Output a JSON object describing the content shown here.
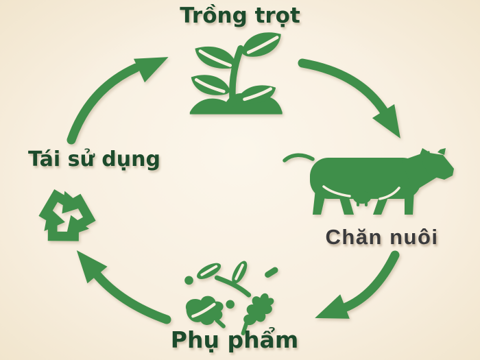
{
  "diagram": {
    "type": "cycle",
    "stages": [
      {
        "id": "cultivation",
        "label": "Trồng trọt",
        "icon": "seedling-icon",
        "position": "top"
      },
      {
        "id": "livestock",
        "label": "Chăn nuôi",
        "icon": "cow-icon",
        "position": "right"
      },
      {
        "id": "byproducts",
        "label": "Phụ phẩm",
        "icon": "plant-residue-icon",
        "position": "bottom"
      },
      {
        "id": "reuse",
        "label": "Tái sử dụng",
        "icon": "recycle-icon",
        "position": "left"
      }
    ],
    "arrows": [
      {
        "from": "cultivation",
        "to": "livestock"
      },
      {
        "from": "livestock",
        "to": "byproducts"
      },
      {
        "from": "byproducts",
        "to": "reuse"
      },
      {
        "from": "reuse",
        "to": "cultivation"
      }
    ]
  },
  "colors": {
    "background": "#f8efe0",
    "icon-green": "#3f8f4a",
    "label-green": "#1c4b2c",
    "label-dark": "#3a3a3c"
  }
}
